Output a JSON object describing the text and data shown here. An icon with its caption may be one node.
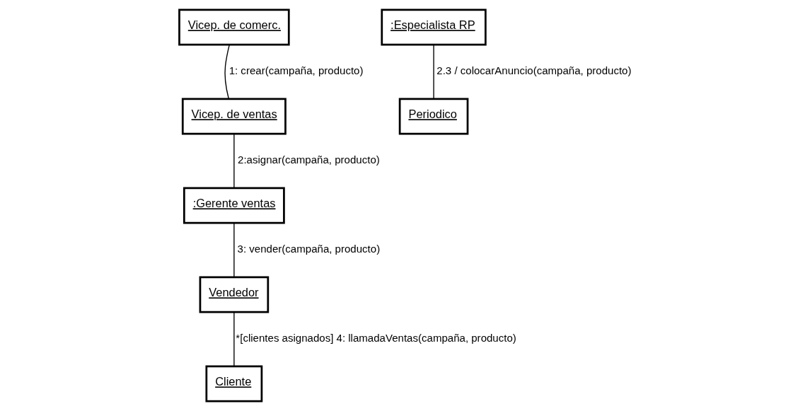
{
  "diagram": {
    "nodes": [
      {
        "text": [
          "Vicep. de comerc."
        ]
      },
      {
        "text": [
          "Vicep. de ventas"
        ]
      },
      {
        "text": [
          ":Especialista RP"
        ]
      },
      {
        "text": [
          ":Gerente ventas"
        ]
      },
      {
        "text": [
          "Periodico"
        ]
      },
      {
        "text": [
          "Vendedor"
        ]
      },
      {
        "text": [
          "Cliente"
        ]
      }
    ],
    "edges": [
      {
        "from": 0,
        "to": 1,
        "arrow": "none",
        "label": "1: crear(campaña, producto)"
      },
      {
        "from": 1,
        "to": 3,
        "arrow": "none",
        "label": "2:asignar(campaña, producto)"
      },
      {
        "from": 2,
        "to": 4,
        "arrow": "none",
        "label": "2.3 / colocarAnuncio(campaña, producto)"
      },
      {
        "from": 3,
        "to": 5,
        "arrow": "none",
        "label": "3: vender(campaña, producto)"
      },
      {
        "from": 5,
        "to": 6,
        "arrow": "none",
        "label": "*[clientes asignados] 4: llamadaVentas(campaña, producto)"
      }
    ]
  }
}
